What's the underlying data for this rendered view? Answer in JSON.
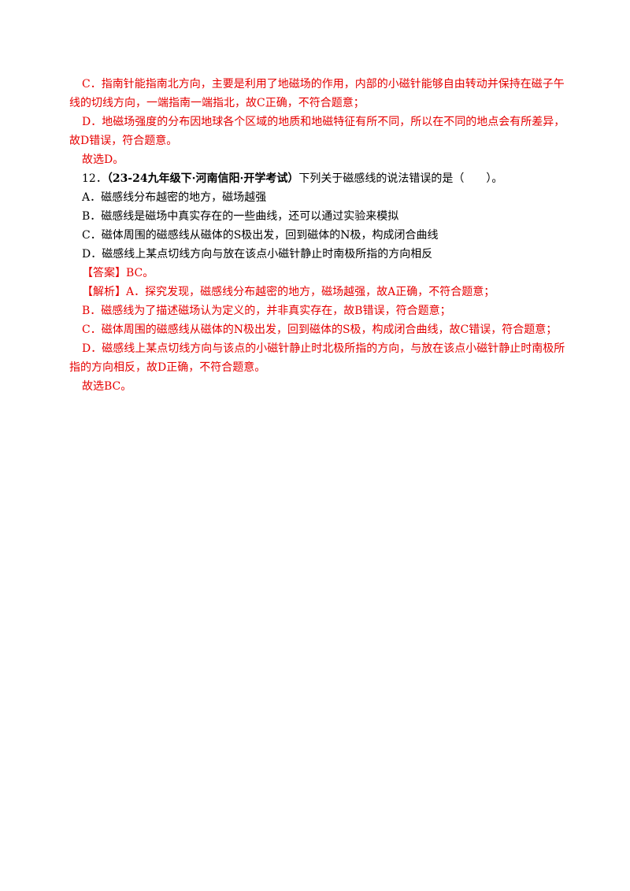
{
  "prev_analysis": {
    "c_line1": "C．指南针能指南北方向，主要是利用了地磁场的作用，内部的小磁针能够自由转动并保持在磁子午",
    "c_line2": "线的切线方向，一端指南一端指北，故C正确，不符合题意；",
    "d_line1": "D．地磁场强度的分布因地球各个区域的地质和地磁特征有所不同，所以在不同的地点会有所差异，",
    "d_line2": "故D错误，符合题意。",
    "conclusion": "故选D。"
  },
  "question": {
    "number": "12．",
    "source": "（23-24九年级下·河南信阳·开学考试）",
    "stem": "下列关于磁感线的说法错误的是（　　）。",
    "options": [
      "A．磁感线分布越密的地方，磁场越强",
      "B．磁感线是磁场中真实存在的一些曲线，还可以通过实验来模拟",
      "C．磁体周围的磁感线从磁体的S极出发，回到磁体的N极，构成闭合曲线",
      "D．磁感线上某点切线方向与放在该点小磁针静止时南极所指的方向相反"
    ]
  },
  "answer": {
    "label": "【答案】",
    "value": "BC。"
  },
  "analysis": {
    "label": "【解析】",
    "a_line": "A．探究发现，磁感线分布越密的地方，磁场越强，故A正确，不符合题意；",
    "b_line": "B．磁感线为了描述磁场认为定义的，并非真实存在，故B错误，符合题意；",
    "c_line": "C．磁体周围的磁感线从磁体的N极出发，回到磁体的S极，构成闭合曲线，故C错误，符合题意；",
    "d_line1": "D．磁感线上某点切线方向与该点的小磁针静止时北极所指的方向，与放在该点小磁针静止时南极所",
    "d_line2": "指的方向相反，故D正确，不符合题意。",
    "conclusion": "故选BC。"
  },
  "colors": {
    "answer_red": "#e60000",
    "text": "#000000"
  }
}
